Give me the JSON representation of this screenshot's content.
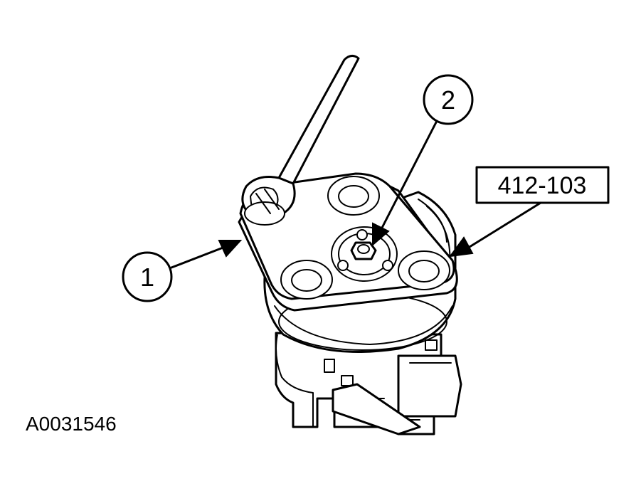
{
  "callouts": {
    "one": "1",
    "two": "2",
    "tool_number": "412-103"
  },
  "figure_id": "A0031546",
  "colors": {
    "ink": "#000000",
    "paper": "#ffffff"
  }
}
